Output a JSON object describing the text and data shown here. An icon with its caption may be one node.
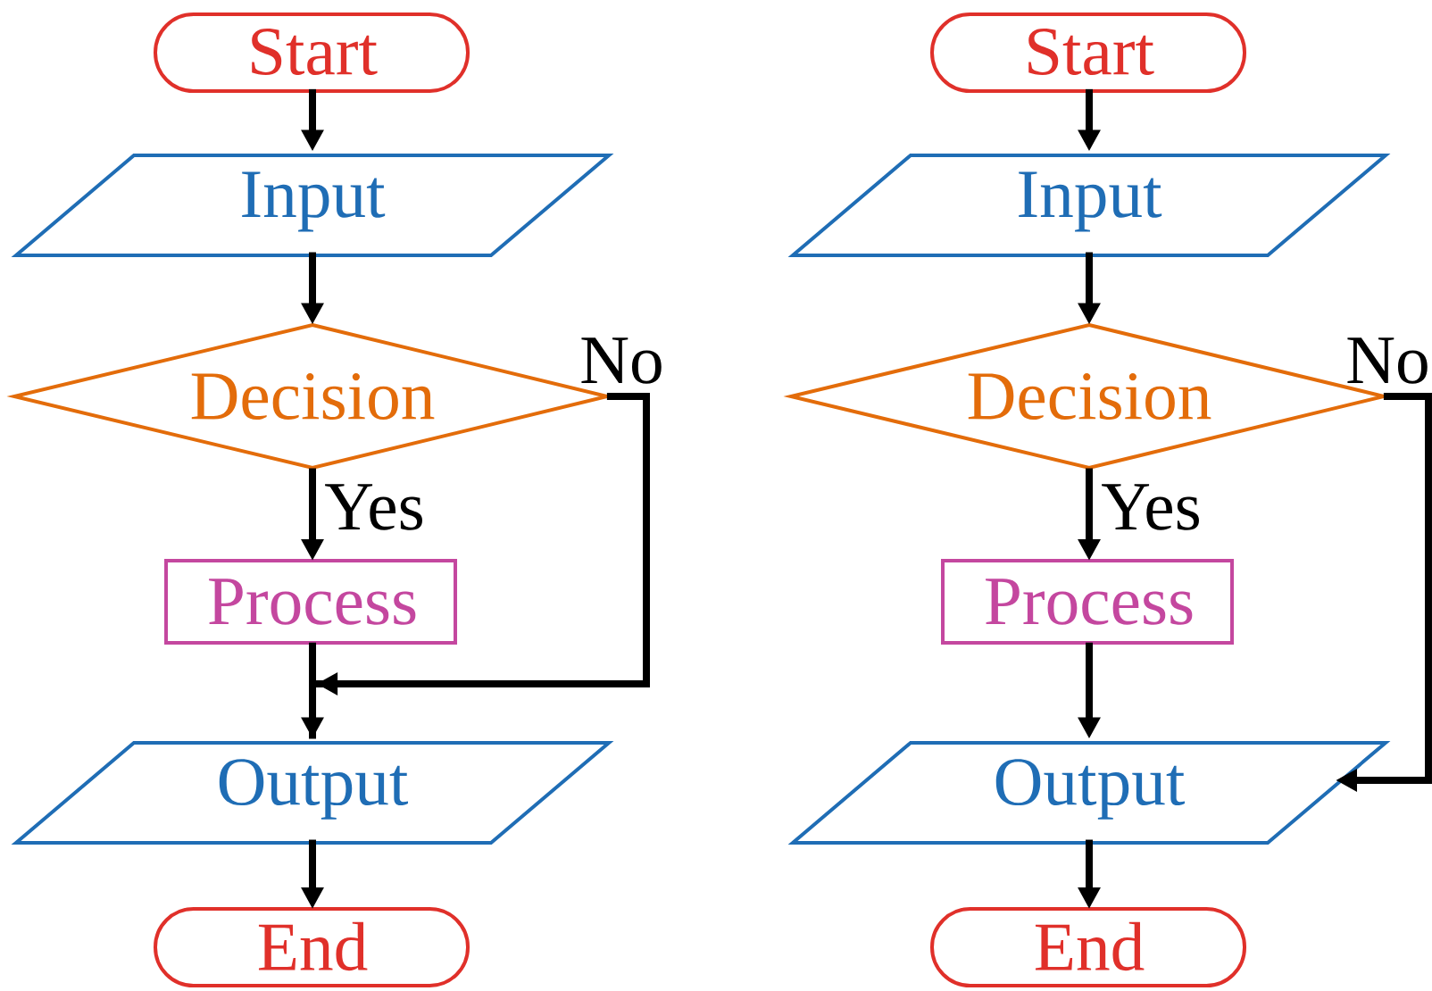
{
  "diagram": {
    "nodes": [
      {
        "text": [
          "Start"
        ]
      },
      {
        "text": [
          "Input"
        ]
      },
      {
        "text": [
          "Decision"
        ]
      },
      {
        "text": [
          "Process"
        ]
      },
      {
        "text": [
          "Output"
        ]
      },
      {
        "text": [
          "End"
        ]
      },
      {
        "text": [
          "Start"
        ]
      },
      {
        "text": [
          "Input"
        ]
      },
      {
        "text": [
          "Decision"
        ]
      },
      {
        "text": [
          "Process"
        ]
      },
      {
        "text": [
          "Output"
        ]
      },
      {
        "text": [
          "End"
        ]
      }
    ],
    "edges": [
      {
        "from": 0,
        "to": 1,
        "arrow": "to"
      },
      {
        "from": 1,
        "to": 2,
        "arrow": "to"
      },
      {
        "from": 2,
        "to": 3,
        "arrow": "to",
        "label": "Yes"
      },
      {
        "from": 3,
        "to": 4,
        "arrow": "to"
      },
      {
        "from": 2,
        "to": 4,
        "arrow": "to",
        "label": "No"
      },
      {
        "from": 4,
        "to": 5,
        "arrow": "to"
      },
      {
        "from": 6,
        "to": 7,
        "arrow": "to"
      },
      {
        "from": 7,
        "to": 8,
        "arrow": "to"
      },
      {
        "from": 8,
        "to": 9,
        "arrow": "to",
        "label": "Yes"
      },
      {
        "from": 9,
        "to": 10,
        "arrow": "to"
      },
      {
        "from": 8,
        "to": 10,
        "arrow": "to",
        "label": "No"
      },
      {
        "from": 10,
        "to": 11,
        "arrow": "to"
      }
    ]
  }
}
